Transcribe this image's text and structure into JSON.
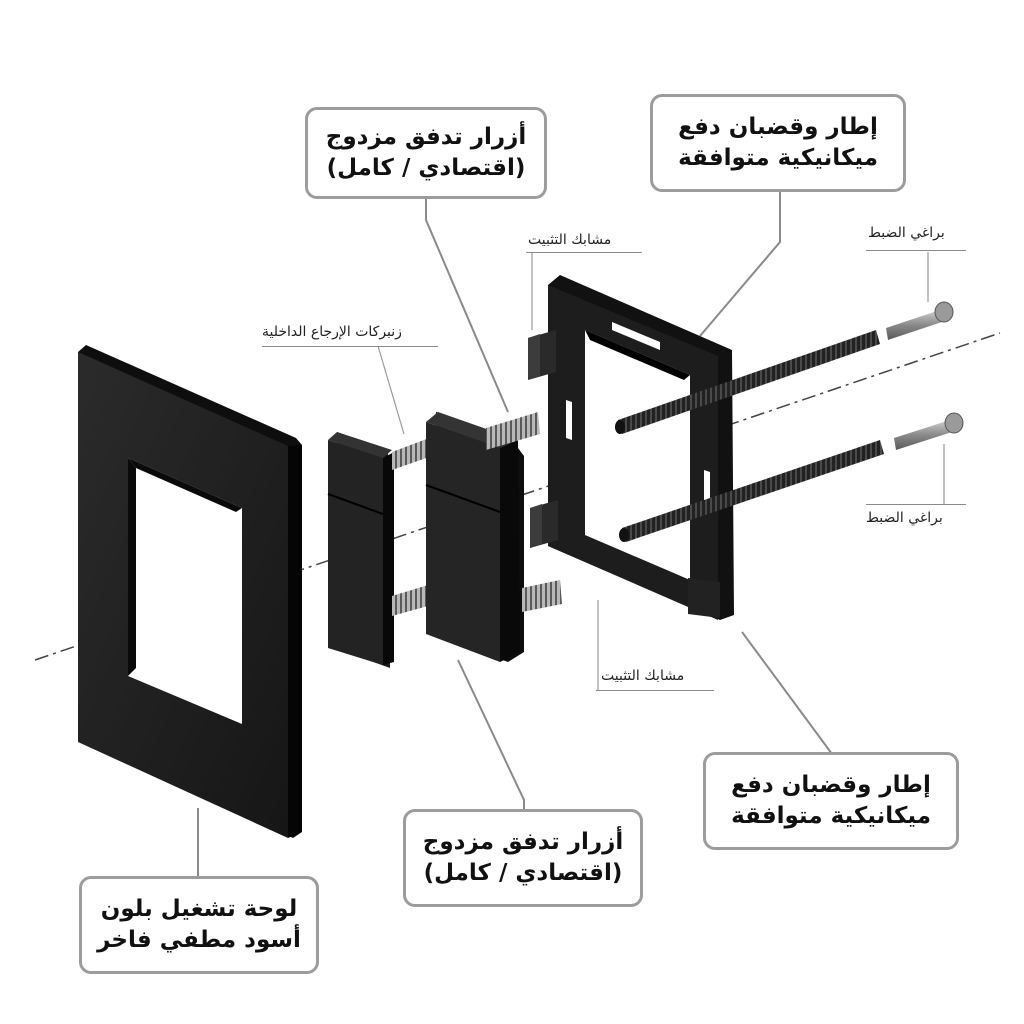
{
  "callouts": {
    "buttons_top": {
      "line1": "أزرار تدفق مزدوج",
      "line2": "(اقتصادي / كامل)"
    },
    "frame_top": {
      "line1": "إطار وقضبان دفع",
      "line2": "ميكانيكية متوافقة"
    },
    "frame_bottom": {
      "line1": "إطار وقضبان دفع",
      "line2": "ميكانيكية متوافقة"
    },
    "buttons_bottom": {
      "line1": "أزرار تدفق مزدوج",
      "line2": "(اقتصادي / كامل)"
    },
    "plate": {
      "line1": "لوحة تشغيل بلون",
      "line2": "أسود مطفي فاخر"
    }
  },
  "labels": {
    "clips_top": "مشابك التثبيت",
    "clips_bottom": "مشابك التثبيت",
    "screws_top": "براغي الضبط",
    "screws_bottom": "براغي الضبط",
    "springs": "زنبركات الإرجاع الداخلية"
  },
  "colors": {
    "part_fill": "#1e1e1e",
    "part_edge": "#000000",
    "leader_line": "#8a8a8a",
    "callout_border": "#9c9c9c"
  }
}
